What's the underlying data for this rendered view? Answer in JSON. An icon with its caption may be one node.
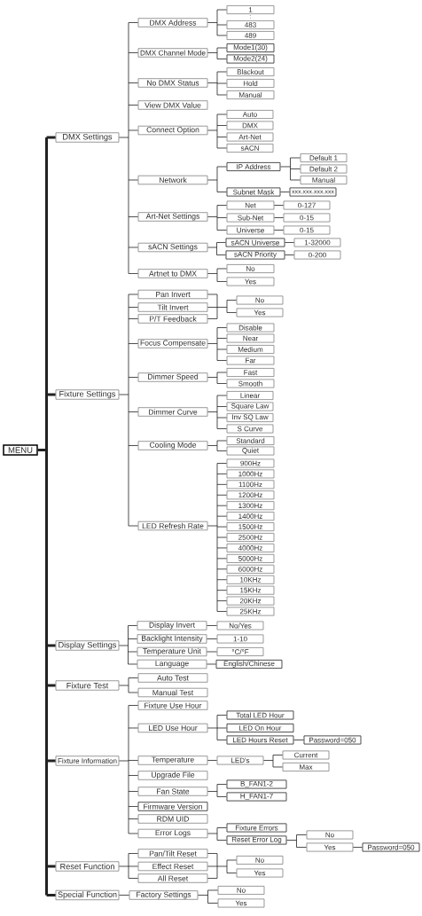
{
  "diagram": {
    "nodes": [
      {
        "text": [
          "MENU"
        ]
      },
      {
        "text": [
          "DMX Settings"
        ]
      },
      {
        "text": [
          "DMX Address"
        ]
      },
      {
        "text": [
          "1"
        ]
      },
      {
        "text": [
          "483"
        ]
      },
      {
        "text": [
          "489"
        ]
      },
      {
        "text": [
          "DMX Channel Mode"
        ]
      },
      {
        "text": [
          "Mode1(30)"
        ]
      },
      {
        "text": [
          "Mode2(24)"
        ]
      },
      {
        "text": [
          "No DMX Status"
        ]
      },
      {
        "text": [
          "Blackout"
        ]
      },
      {
        "text": [
          "Hold"
        ]
      },
      {
        "text": [
          "Manual"
        ]
      },
      {
        "text": [
          "View DMX Value"
        ]
      },
      {
        "text": [
          "Connect Option"
        ]
      },
      {
        "text": [
          "Auto"
        ]
      },
      {
        "text": [
          "DMX"
        ]
      },
      {
        "text": [
          "Art-Net"
        ]
      },
      {
        "text": [
          "sACN"
        ]
      },
      {
        "text": [
          "Network"
        ]
      },
      {
        "text": [
          "IP Address"
        ]
      },
      {
        "text": [
          "Default 1"
        ]
      },
      {
        "text": [
          "Default 2"
        ]
      },
      {
        "text": [
          "Manual"
        ]
      },
      {
        "text": [
          "Subnet Mask"
        ]
      },
      {
        "text": [
          "xxx.xxx.xxx.xxx"
        ]
      },
      {
        "text": [
          "Art-Net Settings"
        ]
      },
      {
        "text": [
          "Net"
        ]
      },
      {
        "text": [
          "0-127"
        ]
      },
      {
        "text": [
          "Sub-Net"
        ]
      },
      {
        "text": [
          "0-15"
        ]
      },
      {
        "text": [
          "Universe"
        ]
      },
      {
        "text": [
          "0-15"
        ]
      },
      {
        "text": [
          "sACN Settings"
        ]
      },
      {
        "text": [
          "sACN Universe"
        ]
      },
      {
        "text": [
          "1-32000"
        ]
      },
      {
        "text": [
          "sACN Priority"
        ]
      },
      {
        "text": [
          "0-200"
        ]
      },
      {
        "text": [
          "Artnet to DMX"
        ]
      },
      {
        "text": [
          "No"
        ]
      },
      {
        "text": [
          "Yes"
        ]
      },
      {
        "text": [
          "Fixture Settings"
        ]
      },
      {
        "text": [
          "Pan Invert"
        ]
      },
      {
        "text": [
          "Tilt Invert"
        ]
      },
      {
        "text": [
          "P/T Feedback"
        ]
      },
      {
        "text": [
          "No"
        ]
      },
      {
        "text": [
          "Yes"
        ]
      },
      {
        "text": [
          "Focus Compensate"
        ]
      },
      {
        "text": [
          "Disable"
        ]
      },
      {
        "text": [
          "Near"
        ]
      },
      {
        "text": [
          "Medium"
        ]
      },
      {
        "text": [
          "Far"
        ]
      },
      {
        "text": [
          "Dimmer Speed"
        ]
      },
      {
        "text": [
          "Fast"
        ]
      },
      {
        "text": [
          "Smooth"
        ]
      },
      {
        "text": [
          "Dimmer Curve"
        ]
      },
      {
        "text": [
          "Linear"
        ]
      },
      {
        "text": [
          "Square Law"
        ]
      },
      {
        "text": [
          "Inv SQ Law"
        ]
      },
      {
        "text": [
          "S Curve"
        ]
      },
      {
        "text": [
          "Cooling Mode"
        ]
      },
      {
        "text": [
          "Standard"
        ]
      },
      {
        "text": [
          "Quiet"
        ]
      },
      {
        "text": [
          "LED Refresh Rate"
        ]
      },
      {
        "text": [
          "900Hz"
        ]
      },
      {
        "text": [
          "1000Hz"
        ]
      },
      {
        "text": [
          "1100Hz"
        ]
      },
      {
        "text": [
          "1200Hz"
        ]
      },
      {
        "text": [
          "1300Hz"
        ]
      },
      {
        "text": [
          "1400Hz"
        ]
      },
      {
        "text": [
          "1500Hz"
        ]
      },
      {
        "text": [
          "2500Hz"
        ]
      },
      {
        "text": [
          "4000Hz"
        ]
      },
      {
        "text": [
          "5000Hz"
        ]
      },
      {
        "text": [
          "6000Hz"
        ]
      },
      {
        "text": [
          "10KHz"
        ]
      },
      {
        "text": [
          "15KHz"
        ]
      },
      {
        "text": [
          "20KHz"
        ]
      },
      {
        "text": [
          "25KHz"
        ]
      },
      {
        "text": [
          "Display Settings"
        ]
      },
      {
        "text": [
          "Display Invert"
        ]
      },
      {
        "text": [
          "No/Yes"
        ]
      },
      {
        "text": [
          "Backlight Intensity"
        ]
      },
      {
        "text": [
          "1-10"
        ]
      },
      {
        "text": [
          "Temperature Unit"
        ]
      },
      {
        "text": [
          "°C/°F"
        ]
      },
      {
        "text": [
          "Language"
        ]
      },
      {
        "text": [
          "English/Chinese"
        ]
      },
      {
        "text": [
          "Fixture Test"
        ]
      },
      {
        "text": [
          "Auto Test"
        ]
      },
      {
        "text": [
          "Manual Test"
        ]
      },
      {
        "text": [
          "Fixture Information"
        ]
      },
      {
        "text": [
          "Fixture Use Hour"
        ]
      },
      {
        "text": [
          "LED Use Hour"
        ]
      },
      {
        "text": [
          "Total LED Hour"
        ]
      },
      {
        "text": [
          "LED On Hour"
        ]
      },
      {
        "text": [
          "LED Hours Reset"
        ]
      },
      {
        "text": [
          "Password=050"
        ]
      },
      {
        "text": [
          "Temperature"
        ]
      },
      {
        "text": [
          "LED's"
        ]
      },
      {
        "text": [
          "Current"
        ]
      },
      {
        "text": [
          "Max"
        ]
      },
      {
        "text": [
          "Upgrade File"
        ]
      },
      {
        "text": [
          "Fan State"
        ]
      },
      {
        "text": [
          "B_FAN1-2"
        ]
      },
      {
        "text": [
          "H_FAN1-7"
        ]
      },
      {
        "text": [
          "Firmware Version"
        ]
      },
      {
        "text": [
          "RDM UID"
        ]
      },
      {
        "text": [
          "Error Logs"
        ]
      },
      {
        "text": [
          "Fixture Errors"
        ]
      },
      {
        "text": [
          "Reset Error Log"
        ]
      },
      {
        "text": [
          "No"
        ]
      },
      {
        "text": [
          "Yes"
        ]
      },
      {
        "text": [
          "Password=050"
        ]
      },
      {
        "text": [
          "Reset Function"
        ]
      },
      {
        "text": [
          "Pan/Tilt Reset"
        ]
      },
      {
        "text": [
          "Effect Reset"
        ]
      },
      {
        "text": [
          "All Reset"
        ]
      },
      {
        "text": [
          "No"
        ]
      },
      {
        "text": [
          "Yes"
        ]
      },
      {
        "text": [
          "Special Function"
        ]
      },
      {
        "text": [
          "Factory Settings"
        ]
      },
      {
        "text": [
          "No"
        ]
      },
      {
        "text": [
          "Yes"
        ]
      }
    ],
    "edges": [
      {
        "from": 0,
        "to": 1,
        "arrow": "none",
        "style": "thick"
      },
      {
        "from": 0,
        "to": 41,
        "arrow": "none",
        "style": "thick"
      },
      {
        "from": 0,
        "to": 79,
        "arrow": "none",
        "style": "thick"
      },
      {
        "from": 0,
        "to": 88,
        "arrow": "none",
        "style": "thick"
      },
      {
        "from": 0,
        "to": 91,
        "arrow": "none",
        "style": "thick"
      },
      {
        "from": 0,
        "to": 114,
        "arrow": "none",
        "style": "thick"
      },
      {
        "from": 0,
        "to": 120,
        "arrow": "none",
        "style": "thick"
      },
      {
        "from": 1,
        "to": 2,
        "arrow": "none"
      },
      {
        "from": 1,
        "to": 6,
        "arrow": "none"
      },
      {
        "from": 1,
        "to": 9,
        "arrow": "none"
      },
      {
        "from": 1,
        "to": 13,
        "arrow": "none"
      },
      {
        "from": 1,
        "to": 14,
        "arrow": "none"
      },
      {
        "from": 1,
        "to": 19,
        "arrow": "none"
      },
      {
        "from": 1,
        "to": 26,
        "arrow": "none"
      },
      {
        "from": 1,
        "to": 33,
        "arrow": "none"
      },
      {
        "from": 1,
        "to": 38,
        "arrow": "none"
      },
      {
        "from": 2,
        "to": 3,
        "arrow": "none"
      },
      {
        "from": 2,
        "to": 4,
        "arrow": "none"
      },
      {
        "from": 2,
        "to": 5,
        "arrow": "none"
      },
      {
        "from": 6,
        "to": 7,
        "arrow": "none"
      },
      {
        "from": 6,
        "to": 8,
        "arrow": "none"
      },
      {
        "from": 9,
        "to": 10,
        "arrow": "none"
      },
      {
        "from": 9,
        "to": 11,
        "arrow": "none"
      },
      {
        "from": 9,
        "to": 12,
        "arrow": "none"
      },
      {
        "from": 14,
        "to": 15,
        "arrow": "none"
      },
      {
        "from": 14,
        "to": 16,
        "arrow": "none"
      },
      {
        "from": 14,
        "to": 17,
        "arrow": "none"
      },
      {
        "from": 14,
        "to": 18,
        "arrow": "none"
      },
      {
        "from": 19,
        "to": 20,
        "arrow": "none"
      },
      {
        "from": 19,
        "to": 24,
        "arrow": "none"
      },
      {
        "from": 20,
        "to": 21,
        "arrow": "none"
      },
      {
        "from": 20,
        "to": 22,
        "arrow": "none"
      },
      {
        "from": 20,
        "to": 23,
        "arrow": "none"
      },
      {
        "from": 24,
        "to": 25,
        "arrow": "none"
      },
      {
        "from": 26,
        "to": 27,
        "arrow": "none"
      },
      {
        "from": 26,
        "to": 29,
        "arrow": "none"
      },
      {
        "from": 26,
        "to": 31,
        "arrow": "none"
      },
      {
        "from": 27,
        "to": 28,
        "arrow": "none"
      },
      {
        "from": 29,
        "to": 30,
        "arrow": "none"
      },
      {
        "from": 31,
        "to": 32,
        "arrow": "none"
      },
      {
        "from": 33,
        "to": 34,
        "arrow": "none"
      },
      {
        "from": 33,
        "to": 36,
        "arrow": "none"
      },
      {
        "from": 34,
        "to": 35,
        "arrow": "none"
      },
      {
        "from": 36,
        "to": 37,
        "arrow": "none"
      },
      {
        "from": 38,
        "to": 39,
        "arrow": "none"
      },
      {
        "from": 38,
        "to": 40,
        "arrow": "none"
      },
      {
        "from": 41,
        "to": 42,
        "arrow": "none"
      },
      {
        "from": 41,
        "to": 43,
        "arrow": "none"
      },
      {
        "from": 41,
        "to": 44,
        "arrow": "none"
      },
      {
        "from": 41,
        "to": 47,
        "arrow": "none"
      },
      {
        "from": 41,
        "to": 52,
        "arrow": "none"
      },
      {
        "from": 41,
        "to": 55,
        "arrow": "none"
      },
      {
        "from": 41,
        "to": 60,
        "arrow": "none"
      },
      {
        "from": 41,
        "to": 63,
        "arrow": "none"
      },
      {
        "from": 42,
        "to": 45,
        "arrow": "none"
      },
      {
        "from": 42,
        "to": 46,
        "arrow": "none"
      },
      {
        "from": 43,
        "to": 45,
        "arrow": "none"
      },
      {
        "from": 43,
        "to": 46,
        "arrow": "none"
      },
      {
        "from": 44,
        "to": 45,
        "arrow": "none"
      },
      {
        "from": 44,
        "to": 46,
        "arrow": "none"
      },
      {
        "from": 47,
        "to": 48,
        "arrow": "none"
      },
      {
        "from": 47,
        "to": 49,
        "arrow": "none"
      },
      {
        "from": 47,
        "to": 50,
        "arrow": "none"
      },
      {
        "from": 47,
        "to": 51,
        "arrow": "none"
      },
      {
        "from": 52,
        "to": 53,
        "arrow": "none"
      },
      {
        "from": 52,
        "to": 54,
        "arrow": "none"
      },
      {
        "from": 55,
        "to": 56,
        "arrow": "none"
      },
      {
        "from": 55,
        "to": 57,
        "arrow": "none"
      },
      {
        "from": 55,
        "to": 58,
        "arrow": "none"
      },
      {
        "from": 55,
        "to": 59,
        "arrow": "none"
      },
      {
        "from": 60,
        "to": 61,
        "arrow": "none"
      },
      {
        "from": 60,
        "to": 62,
        "arrow": "none"
      },
      {
        "from": 63,
        "to": 64,
        "arrow": "none"
      },
      {
        "from": 63,
        "to": 65,
        "arrow": "none"
      },
      {
        "from": 63,
        "to": 66,
        "arrow": "none"
      },
      {
        "from": 63,
        "to": 67,
        "arrow": "none"
      },
      {
        "from": 63,
        "to": 68,
        "arrow": "none"
      },
      {
        "from": 63,
        "to": 69,
        "arrow": "none"
      },
      {
        "from": 63,
        "to": 70,
        "arrow": "none"
      },
      {
        "from": 63,
        "to": 71,
        "arrow": "none"
      },
      {
        "from": 63,
        "to": 72,
        "arrow": "none"
      },
      {
        "from": 63,
        "to": 73,
        "arrow": "none"
      },
      {
        "from": 63,
        "to": 74,
        "arrow": "none"
      },
      {
        "from": 63,
        "to": 75,
        "arrow": "none"
      },
      {
        "from": 63,
        "to": 76,
        "arrow": "none"
      },
      {
        "from": 63,
        "to": 77,
        "arrow": "none"
      },
      {
        "from": 63,
        "to": 78,
        "arrow": "none"
      },
      {
        "from": 79,
        "to": 80,
        "arrow": "none"
      },
      {
        "from": 79,
        "to": 82,
        "arrow": "none"
      },
      {
        "from": 79,
        "to": 84,
        "arrow": "none"
      },
      {
        "from": 79,
        "to": 86,
        "arrow": "none"
      },
      {
        "from": 80,
        "to": 81,
        "arrow": "none"
      },
      {
        "from": 82,
        "to": 83,
        "arrow": "none"
      },
      {
        "from": 84,
        "to": 85,
        "arrow": "none"
      },
      {
        "from": 86,
        "to": 87,
        "arrow": "none"
      },
      {
        "from": 88,
        "to": 89,
        "arrow": "none"
      },
      {
        "from": 88,
        "to": 90,
        "arrow": "none"
      },
      {
        "from": 91,
        "to": 92,
        "arrow": "none"
      },
      {
        "from": 91,
        "to": 93,
        "arrow": "none"
      },
      {
        "from": 91,
        "to": 98,
        "arrow": "none"
      },
      {
        "from": 91,
        "to": 102,
        "arrow": "none"
      },
      {
        "from": 91,
        "to": 103,
        "arrow": "none"
      },
      {
        "from": 91,
        "to": 106,
        "arrow": "none"
      },
      {
        "from": 91,
        "to": 107,
        "arrow": "none"
      },
      {
        "from": 91,
        "to": 108,
        "arrow": "none"
      },
      {
        "from": 93,
        "to": 94,
        "arrow": "none"
      },
      {
        "from": 93,
        "to": 95,
        "arrow": "none"
      },
      {
        "from": 93,
        "to": 96,
        "arrow": "none"
      },
      {
        "from": 96,
        "to": 97,
        "arrow": "none"
      },
      {
        "from": 98,
        "to": 99,
        "arrow": "none"
      },
      {
        "from": 99,
        "to": 100,
        "arrow": "none"
      },
      {
        "from": 99,
        "to": 101,
        "arrow": "none"
      },
      {
        "from": 103,
        "to": 104,
        "arrow": "none"
      },
      {
        "from": 103,
        "to": 105,
        "arrow": "none"
      },
      {
        "from": 108,
        "to": 109,
        "arrow": "none"
      },
      {
        "from": 108,
        "to": 110,
        "arrow": "none"
      },
      {
        "from": 110,
        "to": 111,
        "arrow": "none"
      },
      {
        "from": 110,
        "to": 112,
        "arrow": "none"
      },
      {
        "from": 112,
        "to": 113,
        "arrow": "none"
      },
      {
        "from": 114,
        "to": 115,
        "arrow": "none"
      },
      {
        "from": 114,
        "to": 116,
        "arrow": "none"
      },
      {
        "from": 114,
        "to": 117,
        "arrow": "none"
      },
      {
        "from": 115,
        "to": 118,
        "arrow": "none"
      },
      {
        "from": 115,
        "to": 119,
        "arrow": "none"
      },
      {
        "from": 116,
        "to": 118,
        "arrow": "none"
      },
      {
        "from": 116,
        "to": 119,
        "arrow": "none"
      },
      {
        "from": 117,
        "to": 118,
        "arrow": "none"
      },
      {
        "from": 117,
        "to": 119,
        "arrow": "none"
      },
      {
        "from": 120,
        "to": 121,
        "arrow": "none"
      },
      {
        "from": 121,
        "to": 122,
        "arrow": "none"
      },
      {
        "from": 121,
        "to": 123,
        "arrow": "none"
      }
    ]
  }
}
